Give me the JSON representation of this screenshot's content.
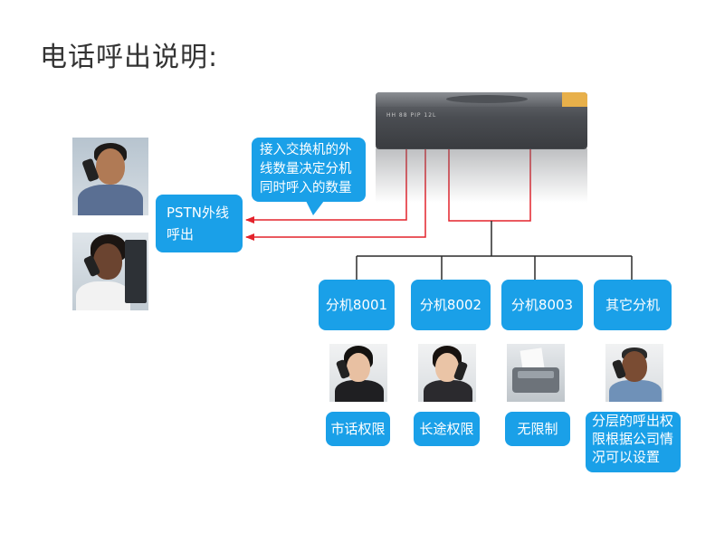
{
  "title": "电话呼出说明:",
  "colors": {
    "box_blue": "#1aa0e8",
    "line_red": "#e3232c",
    "line_dark": "#2b2b2b"
  },
  "device": {
    "label": "HH 88 PIP 12L"
  },
  "callout": {
    "lines": [
      "接入交换机的外",
      "线数量决定分机",
      "同时呼入的数量"
    ]
  },
  "pstn": {
    "lines": [
      "PSTN外线",
      "呼出"
    ]
  },
  "extensions": [
    {
      "label": "分机8001",
      "permission": [
        "市话权限"
      ],
      "photo_icon": "woman-phone-icon"
    },
    {
      "label": "分机8002",
      "permission": [
        "长途权限"
      ],
      "photo_icon": "woman-phone-icon"
    },
    {
      "label": "分机8003",
      "permission": [
        "无限制"
      ],
      "photo_icon": "fax-machine-icon"
    },
    {
      "label": "其它分机",
      "permission": [
        "分层的呼出权",
        "限根据公司情",
        "况可以设置"
      ],
      "photo_icon": "man-phone-icon"
    }
  ],
  "left_photos": [
    "man-phone-icon",
    "woman-phone-icon"
  ]
}
